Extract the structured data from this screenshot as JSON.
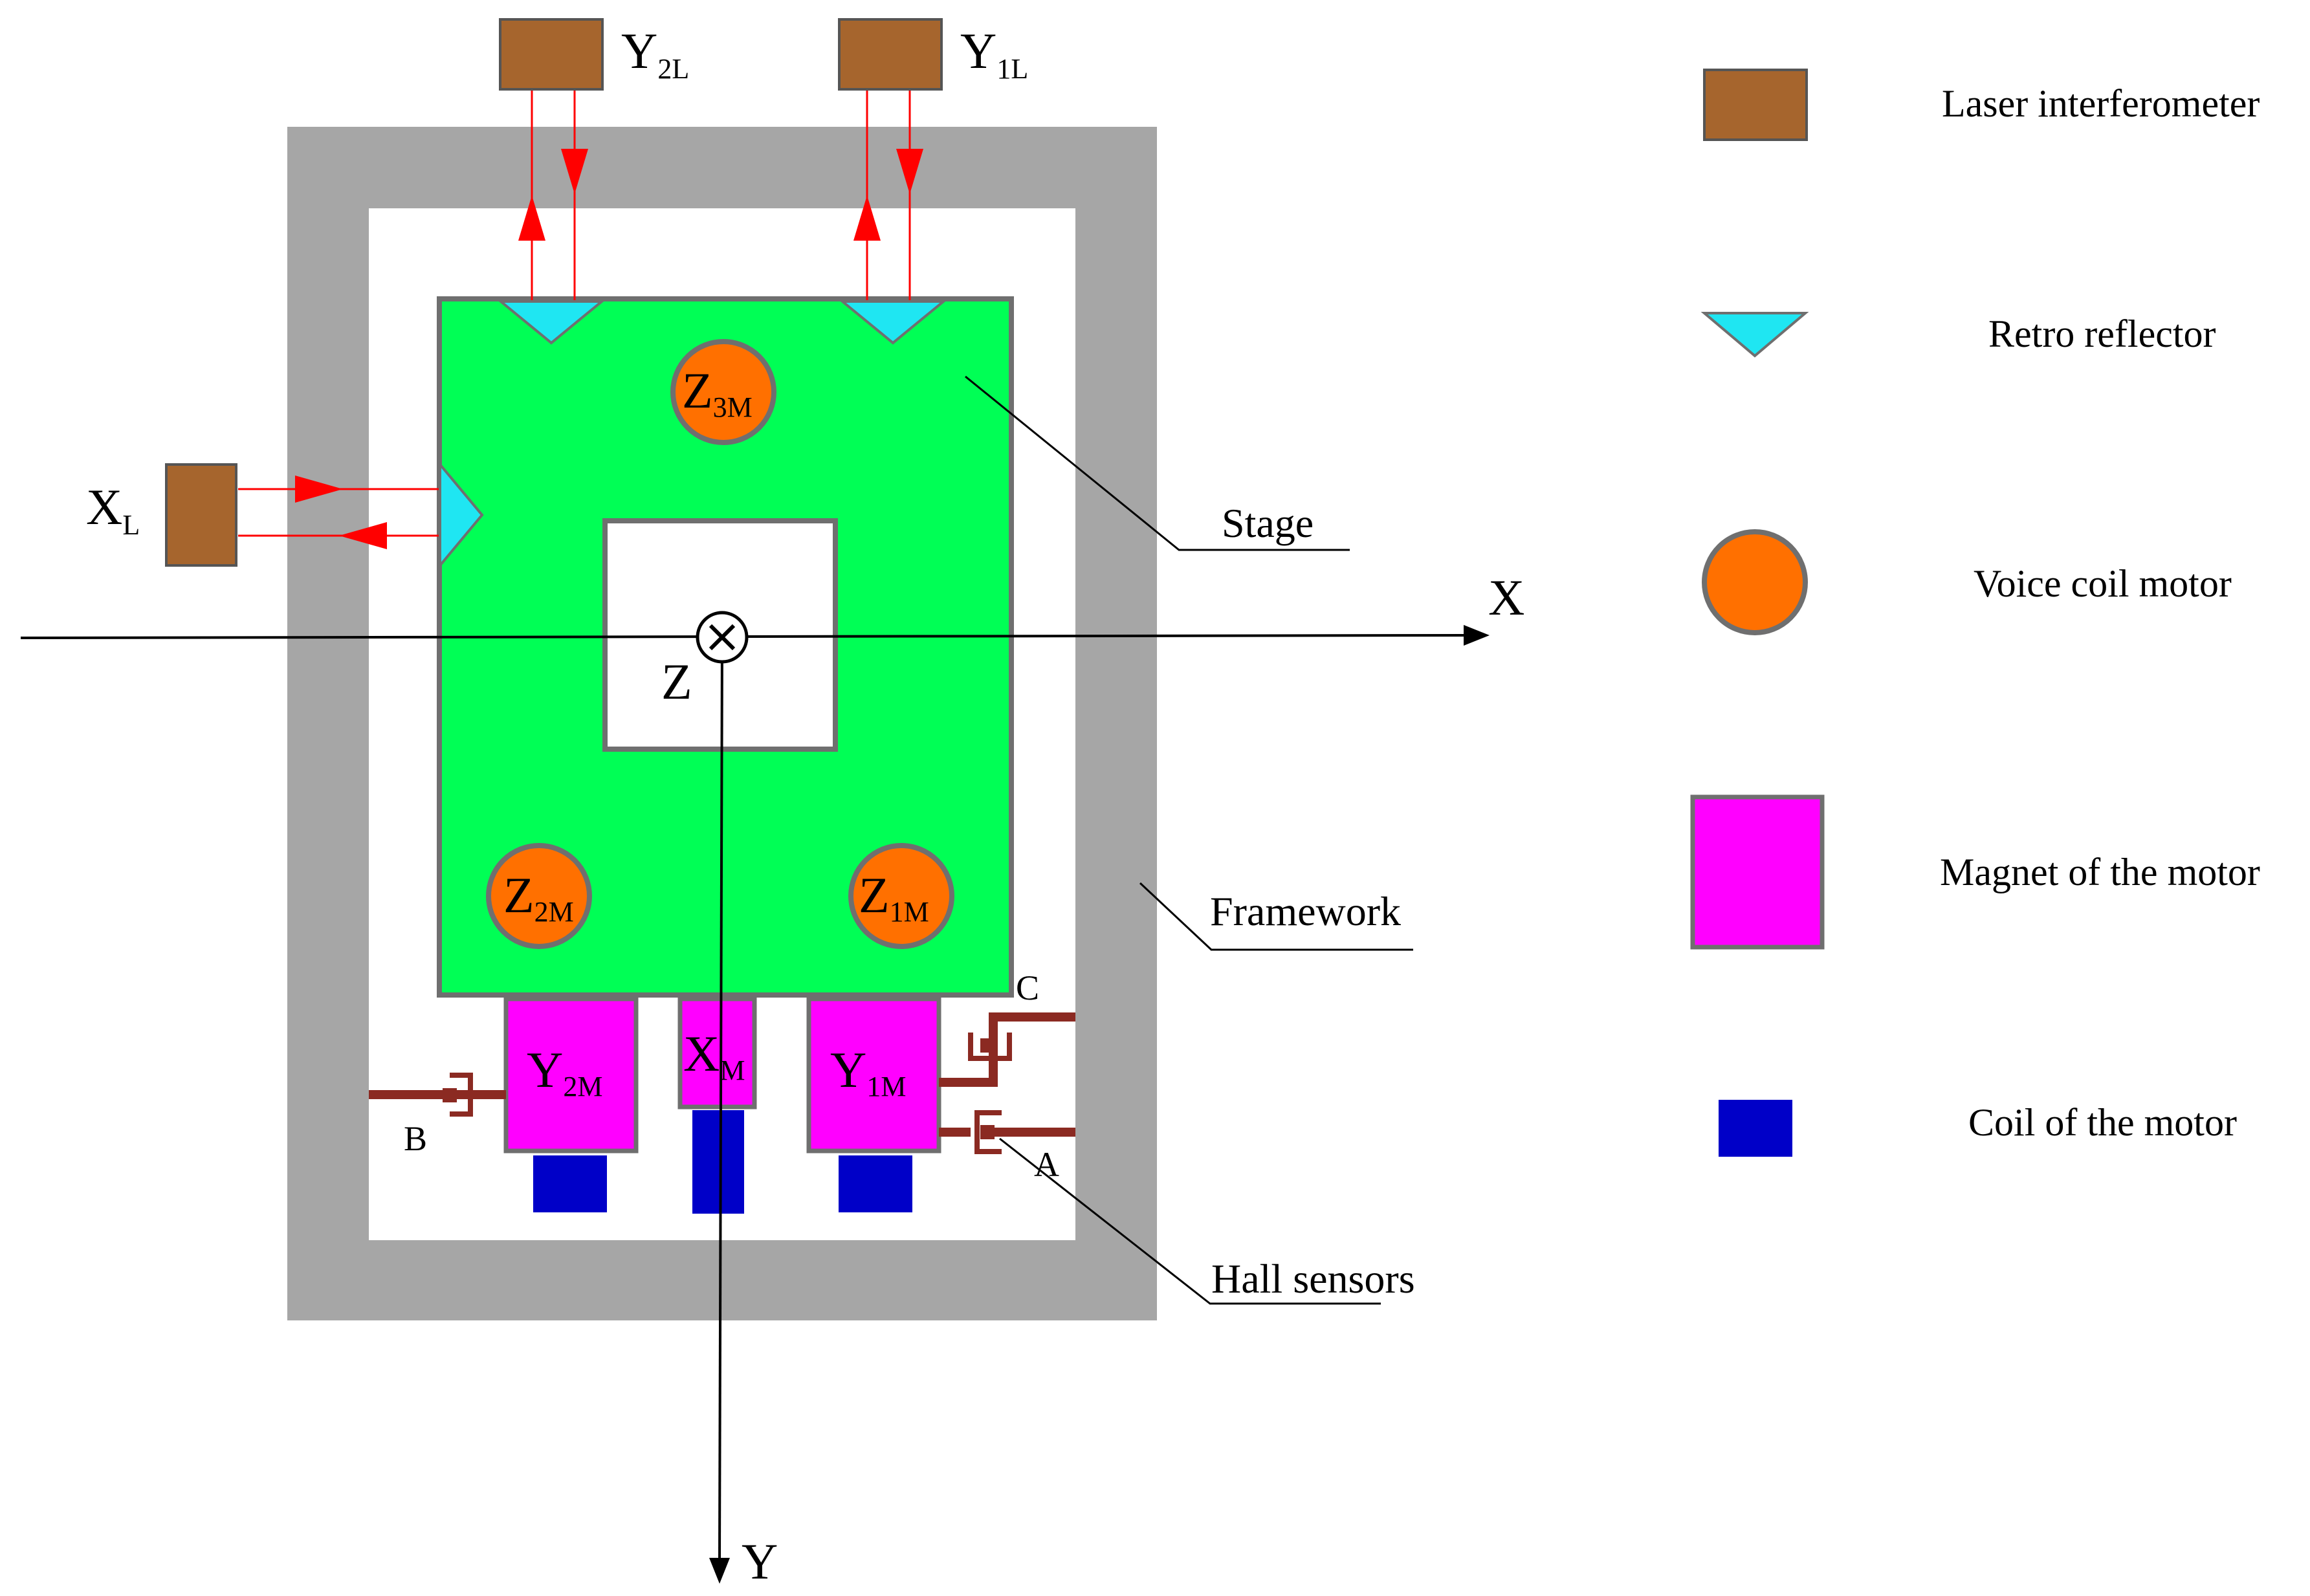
{
  "colors": {
    "framework": "#a6a6a6",
    "stage": "#00ff55",
    "interferometer": "#a6652d",
    "reflector": "#1fe6f2",
    "voice_coil": "#ff7000",
    "magnet": "#ff00ff",
    "coil": "#0000c8",
    "beam": "#ff0000",
    "sensor": "#8b2a22",
    "outline": "#6f6f6f"
  },
  "icons": {
    "interferometer": "laser-interferometer-icon",
    "reflector": "retro-reflector-icon",
    "voice_coil": "voice-coil-motor-icon",
    "magnet": "magnet-icon",
    "coil": "coil-icon",
    "z_axis": "z-axis-into-page-icon"
  },
  "axes": {
    "x": "X",
    "y": "Y",
    "z": "Z"
  },
  "interferometers": {
    "y2": {
      "main": "Y",
      "sub": "2L"
    },
    "y1": {
      "main": "Y",
      "sub": "1L"
    },
    "x": {
      "main": "X",
      "sub": "L"
    }
  },
  "voice_coils": {
    "z3": {
      "main": "Z",
      "sub": "3M"
    },
    "z2": {
      "main": "Z",
      "sub": "2M"
    },
    "z1": {
      "main": "Z",
      "sub": "1M"
    }
  },
  "magnets": {
    "y2": {
      "main": "Y",
      "sub": "2M"
    },
    "x": {
      "main": "X",
      "sub": "M"
    },
    "y1": {
      "main": "Y",
      "sub": "1M"
    }
  },
  "callouts": {
    "stage": "Stage",
    "framework": "Framework",
    "hall_sensors": "Hall sensors"
  },
  "sensors": {
    "a": "A",
    "b": "B",
    "c": "C"
  },
  "legend": {
    "interferometer": "Laser interferometer",
    "reflector": "Retro reflector",
    "voice_coil": "Voice coil motor",
    "magnet": "Magnet of the motor",
    "coil": "Coil of the motor"
  }
}
